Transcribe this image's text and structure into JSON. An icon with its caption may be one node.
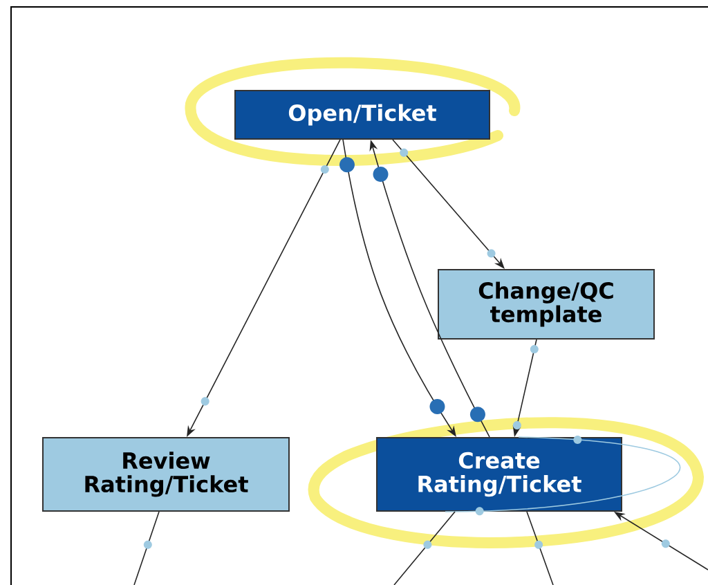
{
  "diagram": {
    "nodes": [
      {
        "text": [
          "Open/Ticket"
        ]
      },
      {
        "text": [
          "Change/QC template"
        ]
      },
      {
        "text": [
          "Review Rating/Ticket"
        ]
      },
      {
        "text": [
          "Create Rating/Ticket"
        ]
      }
    ],
    "edges": [
      {
        "from": 0,
        "to": 2,
        "arrow": "to"
      },
      {
        "from": 0,
        "to": 1,
        "arrow": "to"
      },
      {
        "from": 1,
        "to": 3,
        "arrow": "to"
      },
      {
        "from": 0,
        "to": 3,
        "arrow": "to"
      },
      {
        "from": 3,
        "to": 0,
        "arrow": "to"
      },
      {
        "from": 3,
        "to": 3,
        "arrow": "none",
        "color": "#9ecae1"
      },
      {
        "from": 2,
        "to": null,
        "arrow": "none"
      },
      {
        "from": 3,
        "to": null,
        "arrow": "none"
      },
      {
        "from": 3,
        "to": null,
        "arrow": "none"
      },
      {
        "from": null,
        "to": 3,
        "arrow": "to"
      }
    ]
  }
}
